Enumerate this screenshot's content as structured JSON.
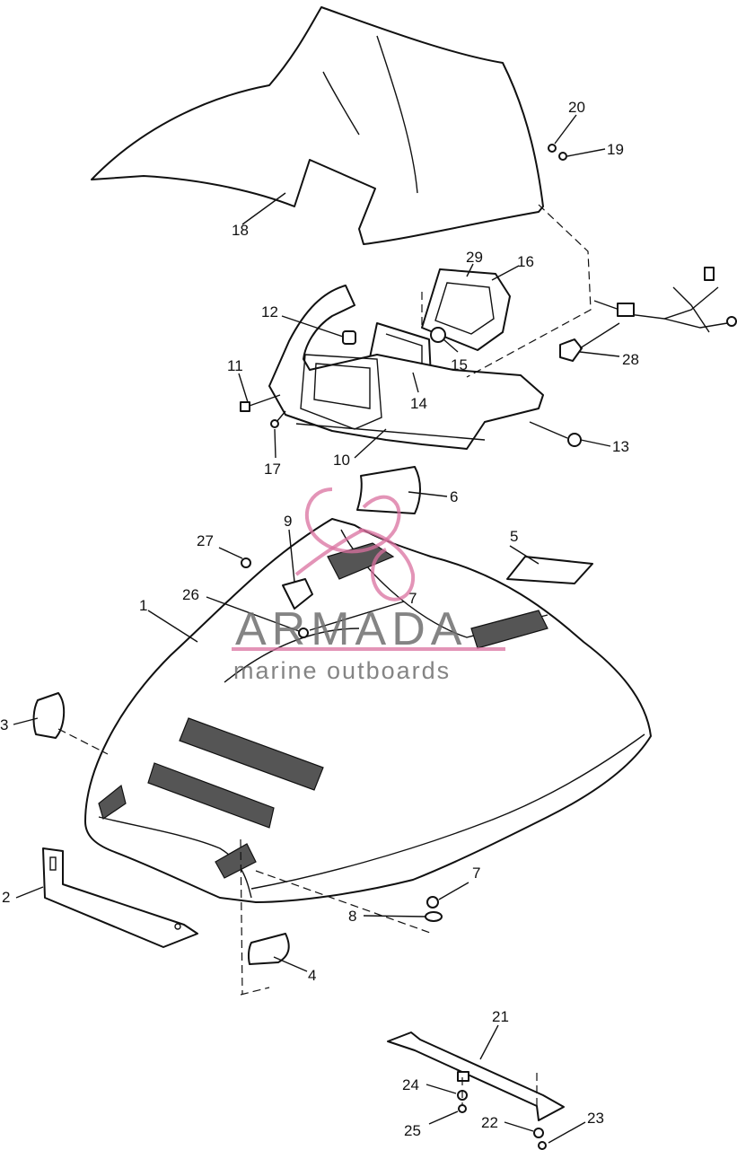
{
  "diagram": {
    "callouts": [
      "1",
      "2",
      "3",
      "4",
      "5",
      "6",
      "7",
      "7",
      "8",
      "9",
      "10",
      "11",
      "12",
      "13",
      "14",
      "15",
      "16",
      "17",
      "18",
      "19",
      "20",
      "21",
      "22",
      "23",
      "24",
      "25",
      "26",
      "27",
      "28",
      "29"
    ]
  },
  "watermark": {
    "brand": "ARMADA",
    "tagline": "marine outboards",
    "accent_color": "#d9709f"
  }
}
